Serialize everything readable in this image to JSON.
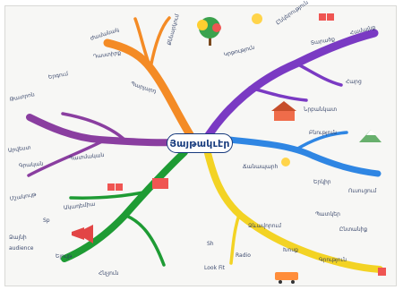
{
  "center": {
    "title": "Յայթակւէր"
  },
  "branches": [
    {
      "name": "orange",
      "color": "#f48b25"
    },
    {
      "name": "purple",
      "color": "#7a3ac3"
    },
    {
      "name": "blue",
      "color": "#2f86e3"
    },
    {
      "name": "yellow",
      "color": "#f3d324"
    },
    {
      "name": "green",
      "color": "#1e9b34"
    },
    {
      "name": "purple-left",
      "color": "#8a3ea0"
    }
  ],
  "labels": {
    "orange_top": "Ժամանակ",
    "orange_left": "Դաստիրք",
    "orange_mid": "Պարլարդ",
    "left_1": "Թատրոն",
    "left_2": "Երգում",
    "left_3": "Արվեստ",
    "left_4": "Գրական",
    "left_5": "Պատմական",
    "left_6": "Մշակույթ",
    "left_7": "Ակադեմիա",
    "top_mid_1": "Քննարկում",
    "top_mid_2": "Կրթություն",
    "top_right_1": "Ընկերություն",
    "top_right_2": "Տարածք",
    "top_right_3": "Համայնք",
    "right_1": "Նրբանկատ",
    "right_2": "Հարց",
    "right_3": "Բնություն",
    "right_4": "Ճանապարհ",
    "right_5": "Երկիր",
    "right_6": "Ուսուցում",
    "right_7": "Պատկեր",
    "right_8": "Ընտանիք",
    "bottom_mid_1": "Sh",
    "bottom_mid_2": "Radio",
    "bottom_mid_3": "Look Fit",
    "bottom_right_1": "Ձևավորում",
    "bottom_right_2": "Խոսք",
    "bottom_right_3": "Գրություն",
    "bottom_left_1": "Sp",
    "bottom_left_2": "Ձայնի",
    "bottom_left_3": "audience",
    "bottom_left_4": "Ելույթ",
    "bottom_left_5": "Հնչյուն"
  }
}
